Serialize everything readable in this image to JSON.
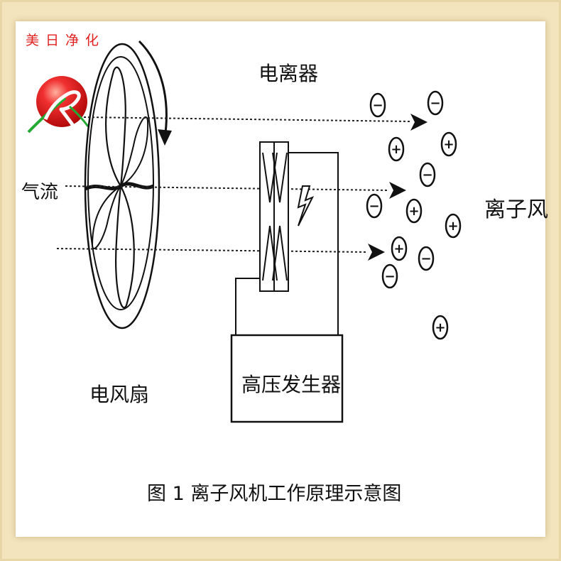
{
  "brand": {
    "name": "美日净化",
    "color": "#e02020"
  },
  "diagram": {
    "labels": {
      "ionizer": "电离器",
      "airflow": "气流",
      "ion_wind": "离子风",
      "fan": "电风扇",
      "hv_generator": "高压发生器"
    },
    "caption": "图 1  离子风机工作原理示意图",
    "ions": {
      "minus_symbol": "−",
      "plus_symbol": "+"
    }
  }
}
